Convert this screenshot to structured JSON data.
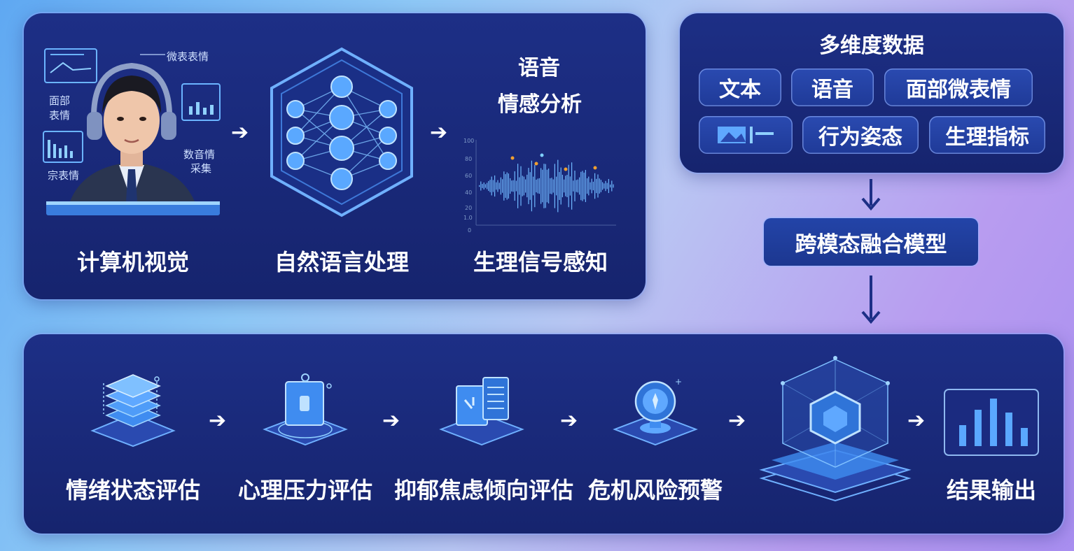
{
  "top_panel": {
    "labels": [
      "计算机视觉",
      "自然语言处理",
      "生理信号感知"
    ],
    "speech_title": [
      "语音",
      "情感分析"
    ],
    "face_annotations": [
      "微表表情",
      "面部",
      "表情",
      "数音情",
      "采集",
      "宗表情"
    ],
    "waveform_ticks": [
      "100",
      "80",
      "60",
      "40",
      "20",
      "1.0",
      "0"
    ]
  },
  "multi_panel": {
    "title": "多维度数据",
    "chips": [
      "文本",
      "语音",
      "面部微表情",
      "行为姿态",
      "生理指标"
    ]
  },
  "fusion": {
    "label": "跨模态融合模型"
  },
  "bottom_panel": {
    "stages": [
      "情绪状态评估",
      "心理压力评估",
      "抑郁焦虑倾向评估",
      "危机风险预警",
      "结果输出"
    ]
  },
  "colors": {
    "panel": "#1b2b80",
    "accent": "#5aa8ff",
    "glow": "#8fd0ff",
    "dot_orange": "#f0a030"
  }
}
